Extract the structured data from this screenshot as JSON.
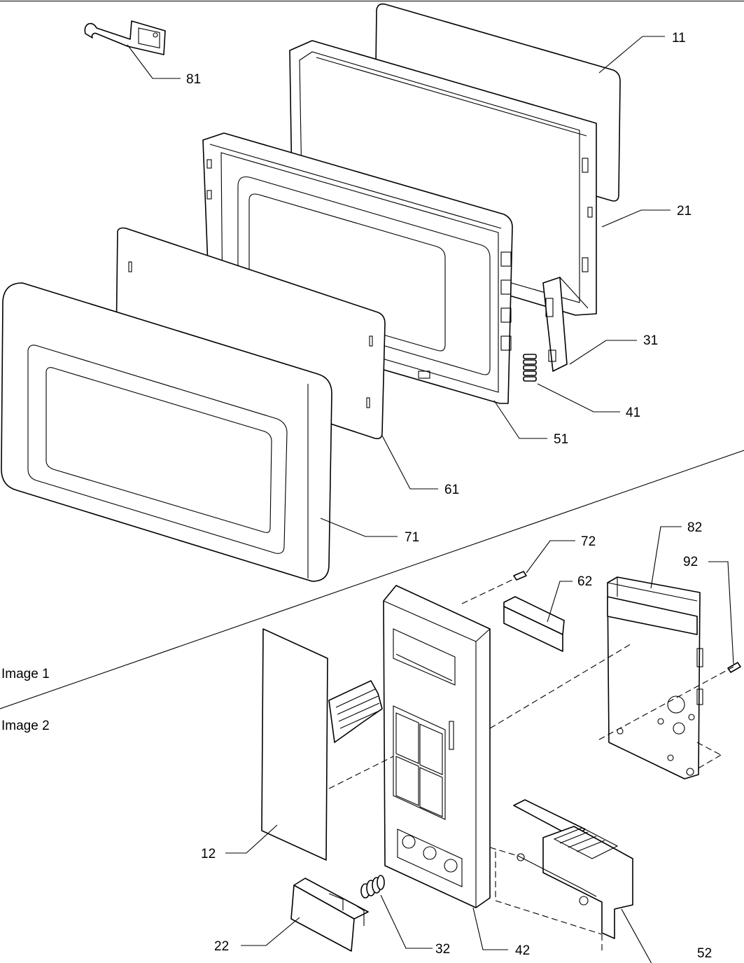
{
  "sections": {
    "image1": "Image 1",
    "image2": "Image 2"
  },
  "callouts": {
    "c11": "11",
    "c21": "21",
    "c31": "31",
    "c41": "41",
    "c51": "51",
    "c61": "61",
    "c71": "71",
    "c81": "81",
    "c72": "72",
    "c82": "82",
    "c62": "62",
    "c92": "92",
    "c12": "12",
    "c22": "22",
    "c32": "32",
    "c42": "42",
    "c52": "52"
  },
  "colors": {
    "ink": "#000000",
    "paper": "#ffffff"
  }
}
